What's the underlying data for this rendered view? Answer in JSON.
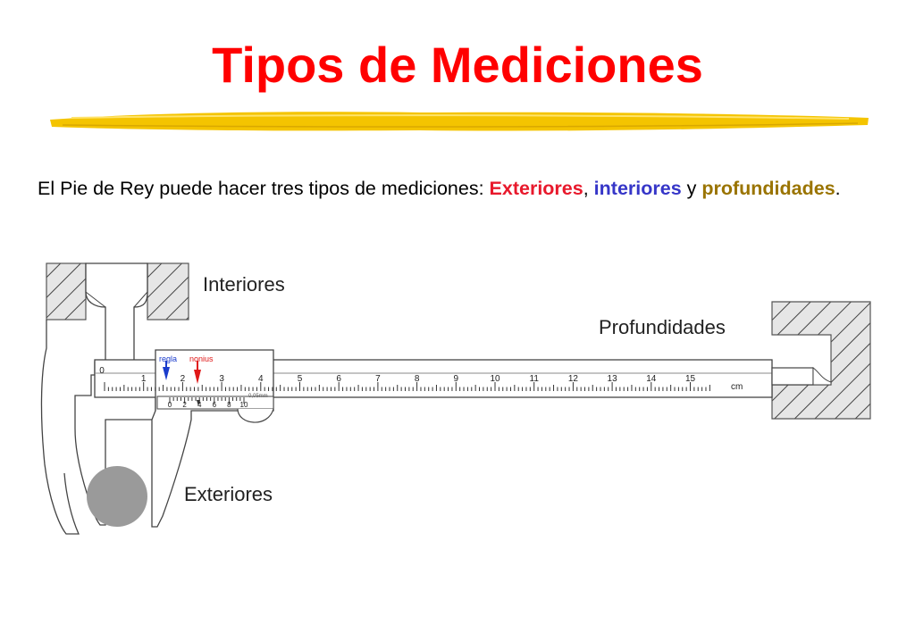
{
  "slide": {
    "title": "Tipos de Mediciones",
    "intro": {
      "part1": "El Pie de Rey puede hacer tres tipos de mediciones: ",
      "exteriores": "Exteriores",
      "comma": ", ",
      "interiores": "interiores",
      "y": " y ",
      "profundidades": "profundidades",
      "period": "."
    }
  },
  "diagram": {
    "labels": {
      "interiores": "Interiores",
      "profundidades": "Profundidades",
      "exteriores": "Exteriores",
      "regla": "regla",
      "nonius": "nonius",
      "unit": "cm",
      "resolution": "0,05mm"
    },
    "main_scale_numbers": [
      "0",
      "1",
      "2",
      "3",
      "4",
      "5",
      "6",
      "7",
      "8",
      "9",
      "10",
      "11",
      "12",
      "13",
      "14",
      "15"
    ],
    "vernier_numbers": [
      "0",
      "2",
      "4",
      "6",
      "8",
      "10"
    ]
  },
  "colors": {
    "title": "#ff0000",
    "exteriores": "#e8192c",
    "interiores": "#3636c8",
    "profundidades": "#9a7400",
    "underline": "#f2c200",
    "regla_arrow": "#1a3ccc",
    "nonius_arrow": "#e01818",
    "ball": "#9a9a9a"
  }
}
